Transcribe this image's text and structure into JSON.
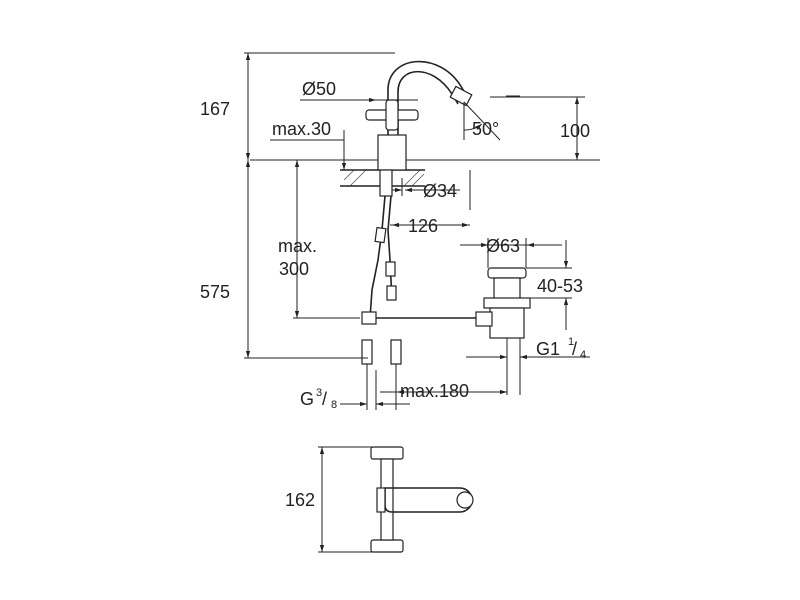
{
  "dimensions": {
    "height_167": "167",
    "diameter_50": "Ø50",
    "max_30": "max.30",
    "angle_50": "50°",
    "height_100": "100",
    "diameter_34": "Ø34",
    "reach_126": "126",
    "max_label": "max.",
    "max_300": "300",
    "diameter_63": "Ø63",
    "range_40_53": "40-53",
    "height_575": "575",
    "thread_g1": "G1",
    "thread_g1_num": "1",
    "thread_g1_den": "4",
    "thread_g38": "G",
    "thread_g38_num": "3",
    "thread_g38_den": "8",
    "max_180": "max.180",
    "depth_162": "162"
  }
}
